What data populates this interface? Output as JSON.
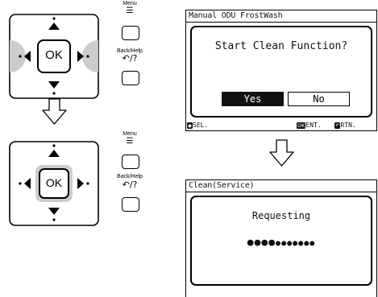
{
  "controller_buttons": {
    "ok_label": "OK",
    "menu_label": "Menu",
    "menu_icon": "☰",
    "back_help_label": "Back/Help",
    "back_help_icon": "↶/?"
  },
  "screen1": {
    "title": "Manual ODU FrostWash",
    "prompt": "Start Clean Function?",
    "yes_label": "Yes",
    "no_label": "No",
    "sel_icon": "◆",
    "sel_label": "SEL.",
    "ent_icon": "OK",
    "ent_label": "ENT.",
    "rtn_icon": "↶",
    "rtn_label": "RTN."
  },
  "screen2": {
    "title": "Clean(Service)",
    "status": "Requesting",
    "progress": {
      "filled": 4,
      "total": 11
    }
  },
  "colors": {
    "highlight": "#cccccc",
    "accent": "#111111"
  }
}
